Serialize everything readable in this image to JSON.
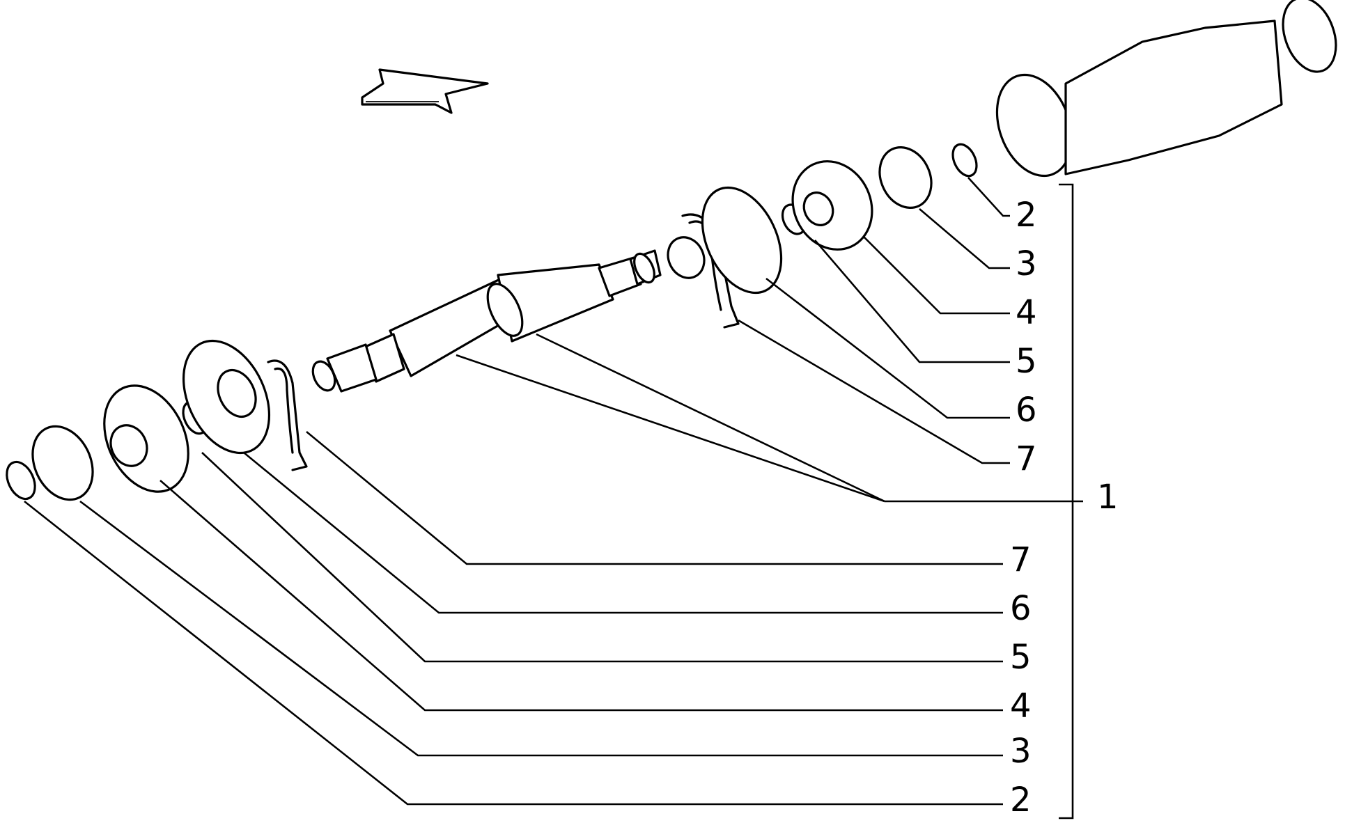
{
  "diagram": {
    "direction_arrow_icon": "arrow-left-icon",
    "bracket_label": "1",
    "right_callouts": [
      "2",
      "3",
      "4",
      "5",
      "6",
      "7"
    ],
    "left_callouts": [
      "7",
      "6",
      "5",
      "4",
      "3",
      "2"
    ]
  }
}
